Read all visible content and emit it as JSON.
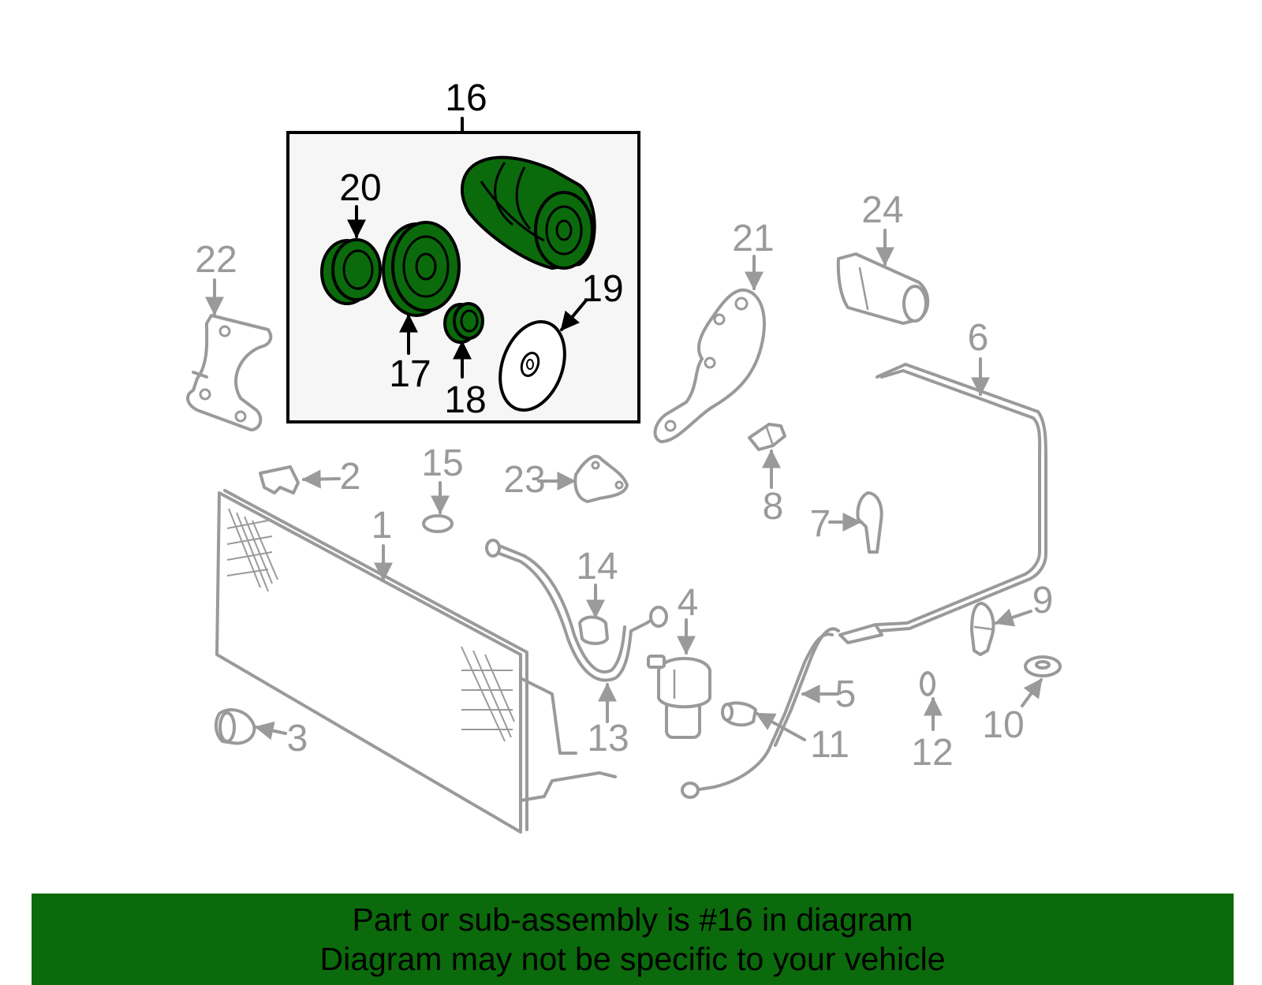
{
  "colors": {
    "banner_bg": "#0b6a0b",
    "highlight_part": "#0b6a0b",
    "grey_part": "#9a9a9a",
    "assembly_box_bg": "#f6f6f6"
  },
  "callouts": {
    "c1": "1",
    "c2": "2",
    "c3": "3",
    "c4": "4",
    "c5": "5",
    "c6": "6",
    "c7": "7",
    "c8": "8",
    "c9": "9",
    "c10": "10",
    "c11": "11",
    "c12": "12",
    "c13": "13",
    "c14": "14",
    "c15": "15",
    "c16": "16",
    "c17": "17",
    "c18": "18",
    "c19": "19",
    "c20": "20",
    "c21": "21",
    "c22": "22",
    "c23": "23",
    "c24": "24"
  },
  "banner": {
    "line1": "Part or sub-assembly is #16 in diagram",
    "line2": "Diagram may not be specific to your vehicle"
  }
}
